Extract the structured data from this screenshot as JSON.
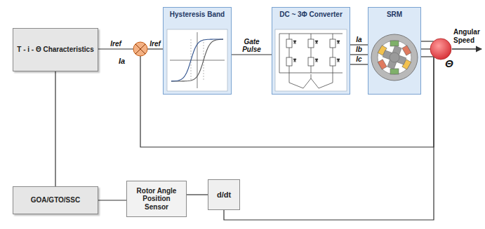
{
  "diagram": {
    "nodes": [
      {
        "text": [
          "T - i - Θ Characteristics"
        ]
      },
      {
        "text": [
          "Ia"
        ]
      },
      {
        "text": [
          "Hysteresis Band"
        ]
      },
      {
        "text": [
          "DC ~ 3Φ Converter"
        ]
      },
      {
        "text": [
          "SRM"
        ]
      },
      {
        "text": [
          "Θ"
        ]
      },
      {
        "text": [
          "GOA/GTO/SSC"
        ]
      },
      {
        "text": [
          "Rotor Angle Position Sensor"
        ]
      },
      {
        "text": [
          "d/dt"
        ]
      }
    ],
    "edges": [
      {
        "from": 0,
        "to": 1,
        "label": "Iref",
        "arrow": "none"
      },
      {
        "from": 1,
        "to": 2,
        "label": "Iref",
        "arrow": "none"
      },
      {
        "from": 2,
        "to": 3,
        "label": "Gate Pulse",
        "arrow": "none"
      },
      {
        "from": 3,
        "to": 4,
        "label": "Ia",
        "arrow": "none"
      },
      {
        "from": 3,
        "to": 4,
        "label": "Ib",
        "arrow": "none"
      },
      {
        "from": 3,
        "to": 4,
        "label": "Ic",
        "arrow": "none"
      },
      {
        "from": 4,
        "to": 5,
        "arrow": "none"
      },
      {
        "from": 4,
        "to": 5,
        "arrow": "none"
      },
      {
        "from": 4,
        "to": 5,
        "arrow": "none"
      },
      {
        "from": 5,
        "to": 1,
        "arrow": "none"
      },
      {
        "from": 5,
        "to": 8,
        "arrow": "none"
      },
      {
        "from": 8,
        "to": 7,
        "arrow": "none"
      },
      {
        "from": 7,
        "to": 6,
        "arrow": "none"
      },
      {
        "from": 6,
        "to": 0,
        "arrow": "none"
      }
    ],
    "labels": [
      "Angular Speed"
    ]
  }
}
